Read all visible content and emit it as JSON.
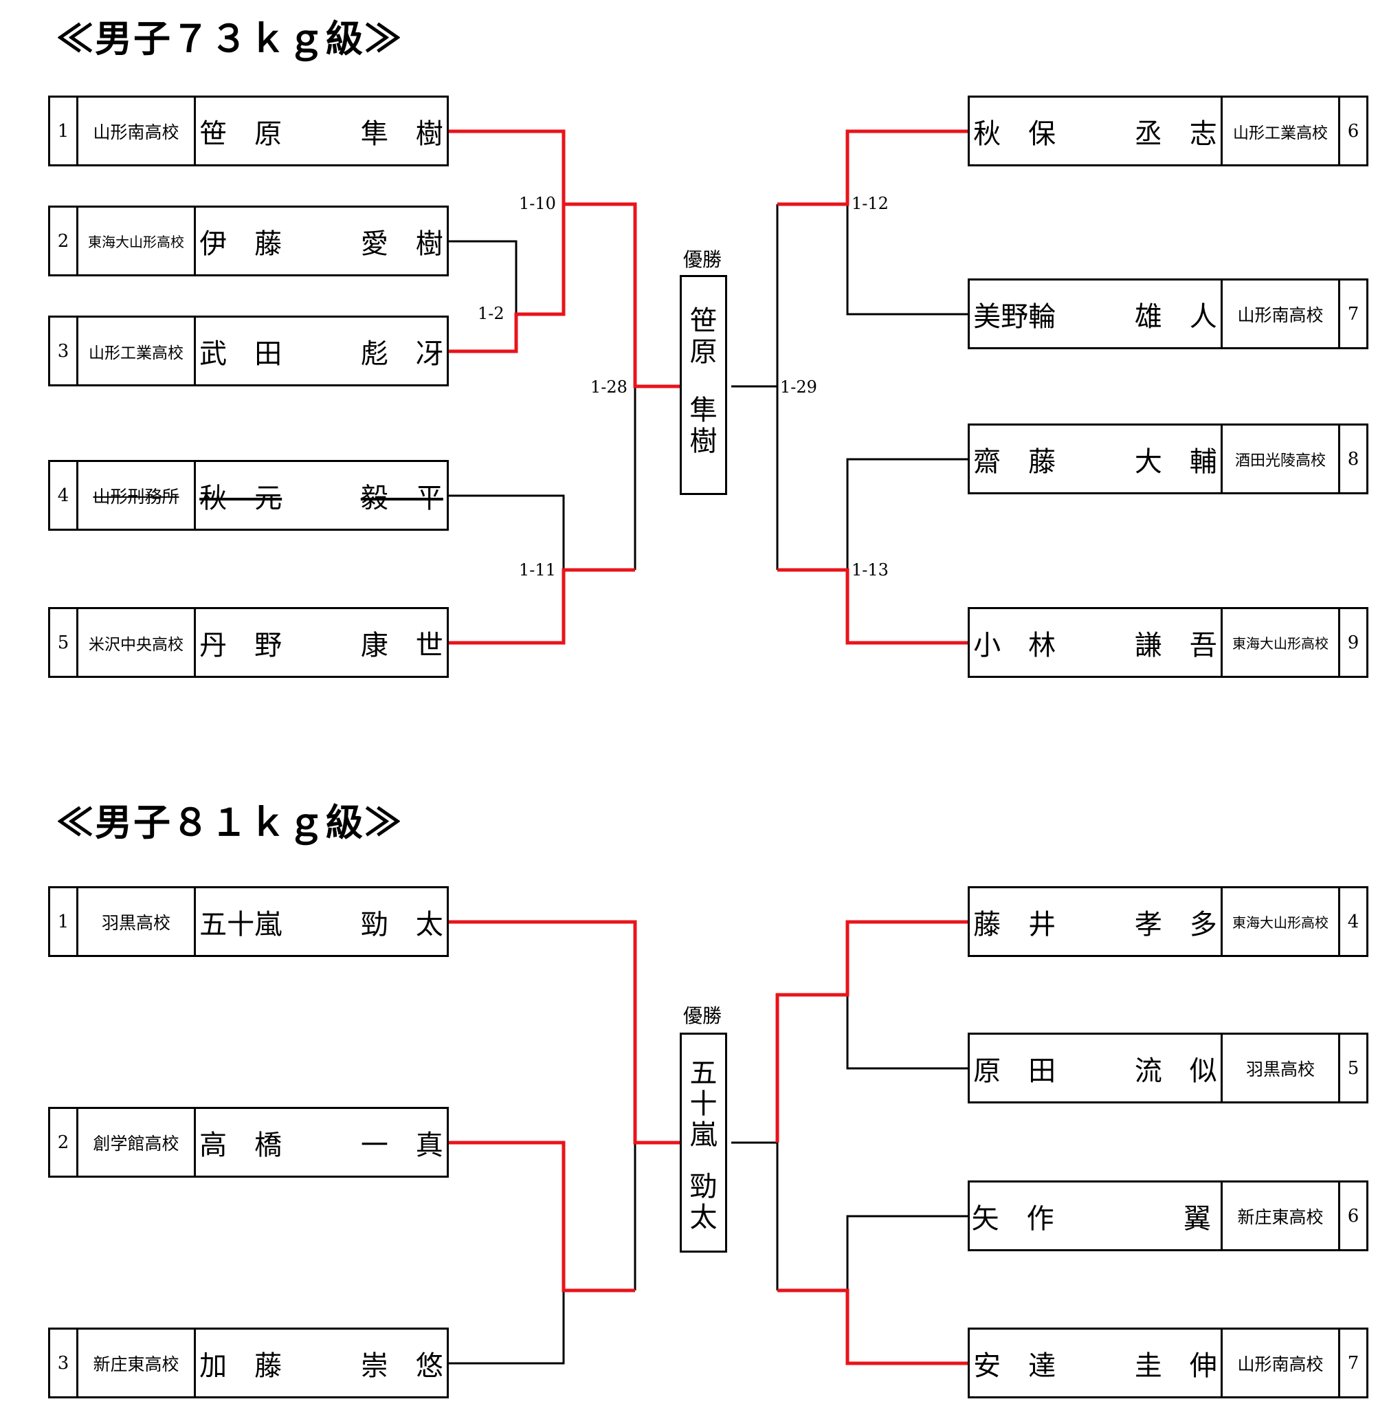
{
  "bracket73": {
    "title": "≪男子７３ｋｇ級≫",
    "left": [
      {
        "seed": "1",
        "school": "山形南高校",
        "family": "笹　原",
        "given": "隼　樹"
      },
      {
        "seed": "2",
        "school": "東海大山形高校",
        "family": "伊　藤",
        "given": "愛　樹"
      },
      {
        "seed": "3",
        "school": "山形工業高校",
        "family": "武　田",
        "given": "彪　冴"
      },
      {
        "seed": "4",
        "school": "山形刑務所",
        "family": "秋　元",
        "given": "毅　平"
      },
      {
        "seed": "5",
        "school": "米沢中央高校",
        "family": "丹　野",
        "given": "康　世"
      }
    ],
    "right": [
      {
        "seed": "6",
        "school": "山形工業高校",
        "family": "秋　保",
        "given": "丞　志"
      },
      {
        "seed": "7",
        "school": "山形南高校",
        "family": "美野輪",
        "given": "雄　人"
      },
      {
        "seed": "8",
        "school": "酒田光陵高校",
        "family": "齋　藤",
        "given": "大　輔"
      },
      {
        "seed": "9",
        "school": "東海大山形高校",
        "family": "小　林",
        "given": "謙　吾"
      }
    ],
    "matches": {
      "m1_2": "1-2",
      "m1_10": "1-10",
      "m1_11": "1-11",
      "m1_28": "1-28",
      "m1_12": "1-12",
      "m1_13": "1-13",
      "m1_29": "1-29"
    },
    "champion_label": "優勝",
    "champion": [
      "笹",
      "原",
      "",
      "隼",
      "樹"
    ]
  },
  "bracket81": {
    "title": "≪男子８１ｋｇ級≫",
    "left": [
      {
        "seed": "1",
        "school": "羽黒高校",
        "family": "五十嵐",
        "given": "勁　太"
      },
      {
        "seed": "2",
        "school": "創学館高校",
        "family": "高　橋",
        "given": "一　真"
      },
      {
        "seed": "3",
        "school": "新庄東高校",
        "family": "加　藤",
        "given": "崇　悠"
      }
    ],
    "right": [
      {
        "seed": "4",
        "school": "東海大山形高校",
        "family": "藤　井",
        "given": "孝　多"
      },
      {
        "seed": "5",
        "school": "羽黒高校",
        "family": "原　田",
        "given": "流　似"
      },
      {
        "seed": "6",
        "school": "新庄東高校",
        "family": "矢　作",
        "given": "翼"
      },
      {
        "seed": "7",
        "school": "山形南高校",
        "family": "安　達",
        "given": "圭　伸"
      }
    ],
    "champion_label": "優勝",
    "champion": [
      "五",
      "十",
      "嵐",
      "",
      "勁",
      "太"
    ]
  },
  "colors": {
    "winner_line": "#e8141b",
    "line": "#000000"
  }
}
